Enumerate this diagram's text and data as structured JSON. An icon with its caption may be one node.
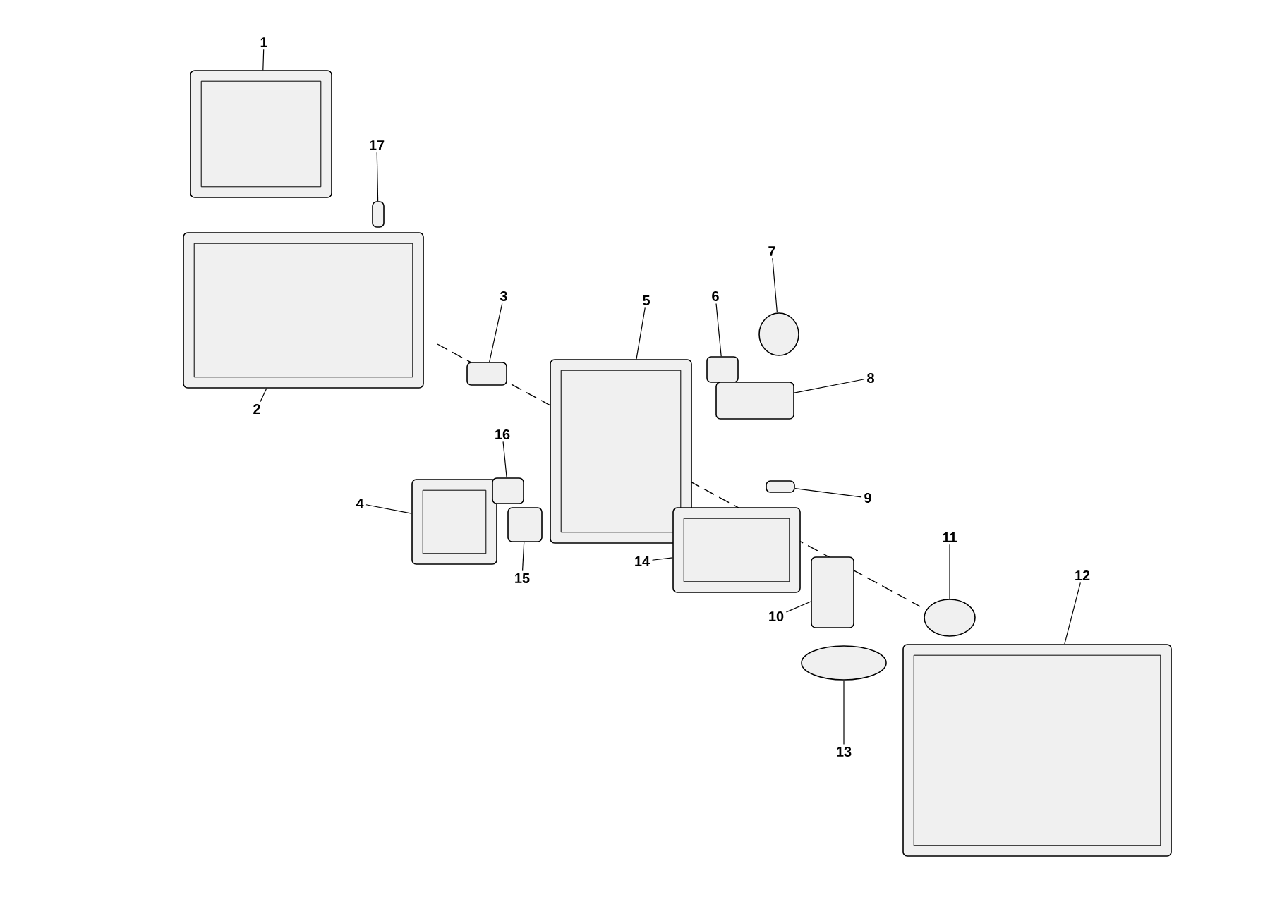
{
  "diagram": {
    "nodes": [
      {
        "text": [
          "1"
        ]
      },
      {
        "text": [
          "2"
        ]
      },
      {
        "text": [
          "3"
        ]
      },
      {
        "text": [
          "4"
        ]
      },
      {
        "text": [
          "5"
        ]
      },
      {
        "text": [
          "6"
        ]
      },
      {
        "text": [
          "7"
        ]
      },
      {
        "text": [
          "8"
        ]
      },
      {
        "text": [
          "9"
        ]
      },
      {
        "text": [
          "10"
        ]
      },
      {
        "text": [
          "11"
        ]
      },
      {
        "text": [
          "12"
        ]
      },
      {
        "text": [
          "13"
        ]
      },
      {
        "text": [
          "14"
        ]
      },
      {
        "text": [
          "15"
        ]
      },
      {
        "text": [
          "16"
        ]
      },
      {
        "text": [
          "17"
        ]
      },
      {
        "text": [],
        "shape": "picture"
      },
      {
        "text": [],
        "shape": "picture"
      },
      {
        "text": [],
        "shape": "box"
      },
      {
        "text": [],
        "shape": "picture"
      },
      {
        "text": [],
        "shape": "picture"
      },
      {
        "text": [],
        "shape": "box"
      },
      {
        "text": [],
        "shape": "circle"
      },
      {
        "text": [],
        "shape": "box"
      },
      {
        "text": [],
        "shape": "box"
      },
      {
        "text": [],
        "shape": "box"
      },
      {
        "text": [],
        "shape": "circle"
      },
      {
        "text": [],
        "shape": "picture"
      },
      {
        "text": [],
        "shape": "circle"
      },
      {
        "text": [],
        "shape": "picture"
      },
      {
        "text": [],
        "shape": "box"
      },
      {
        "text": [],
        "shape": "box"
      },
      {
        "text": [],
        "shape": "box"
      }
    ],
    "edges": [
      {
        "from": 0,
        "to": 17,
        "arrow": "none"
      },
      {
        "from": 1,
        "to": 18,
        "arrow": "none"
      },
      {
        "from": 2,
        "to": 19,
        "arrow": "none"
      },
      {
        "from": 3,
        "to": 20,
        "arrow": "none"
      },
      {
        "from": 4,
        "to": 21,
        "arrow": "none"
      },
      {
        "from": 5,
        "to": 22,
        "arrow": "none"
      },
      {
        "from": 6,
        "to": 23,
        "arrow": "none"
      },
      {
        "from": 7,
        "to": 24,
        "arrow": "none"
      },
      {
        "from": 8,
        "to": 25,
        "arrow": "none"
      },
      {
        "from": 9,
        "to": 26,
        "arrow": "none"
      },
      {
        "from": 10,
        "to": 27,
        "arrow": "none"
      },
      {
        "from": 11,
        "to": 28,
        "arrow": "none"
      },
      {
        "from": 12,
        "to": 29,
        "arrow": "none"
      },
      {
        "from": 13,
        "to": 30,
        "arrow": "none"
      },
      {
        "from": 14,
        "to": 31,
        "arrow": "none"
      },
      {
        "from": 15,
        "to": 32,
        "arrow": "none"
      },
      {
        "from": 16,
        "to": 33,
        "arrow": "none"
      }
    ]
  }
}
